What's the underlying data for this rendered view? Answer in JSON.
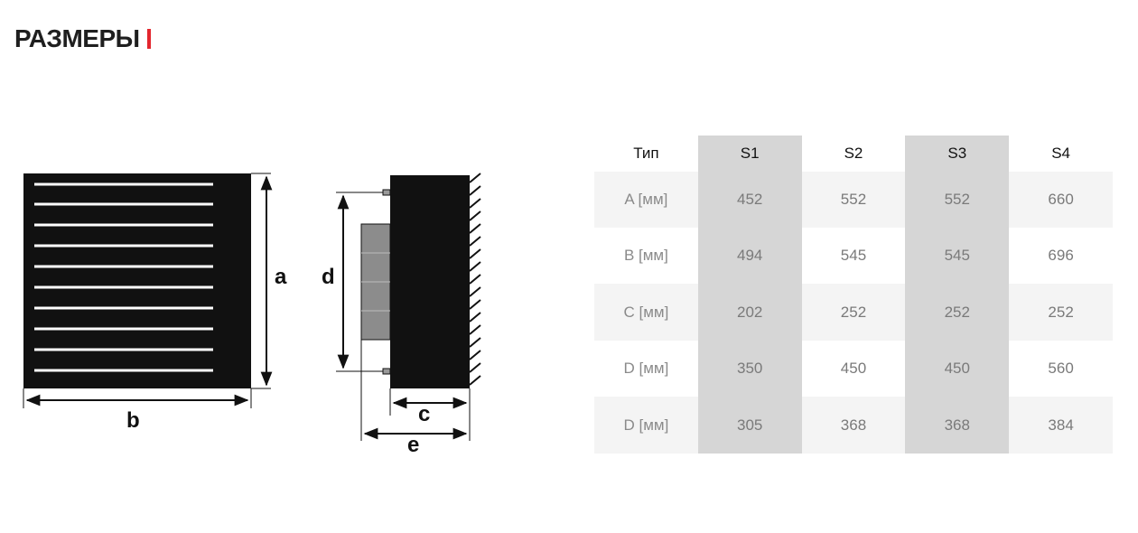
{
  "heading": "РАЗМЕРЫ",
  "accent_color": "#e3262e",
  "diagram": {
    "labels": {
      "a": "a",
      "b": "b",
      "c": "c",
      "d": "d",
      "e": "e"
    }
  },
  "table": {
    "headers": [
      "Тип",
      "S1",
      "S2",
      "S3",
      "S4"
    ],
    "rows": [
      [
        "A [мм]",
        "452",
        "552",
        "552",
        "660"
      ],
      [
        "B [мм]",
        "494",
        "545",
        "545",
        "696"
      ],
      [
        "C [мм]",
        "202",
        "252",
        "252",
        "252"
      ],
      [
        "D [мм]",
        "350",
        "450",
        "450",
        "560"
      ],
      [
        "D [мм]",
        "305",
        "368",
        "368",
        "384"
      ]
    ]
  }
}
